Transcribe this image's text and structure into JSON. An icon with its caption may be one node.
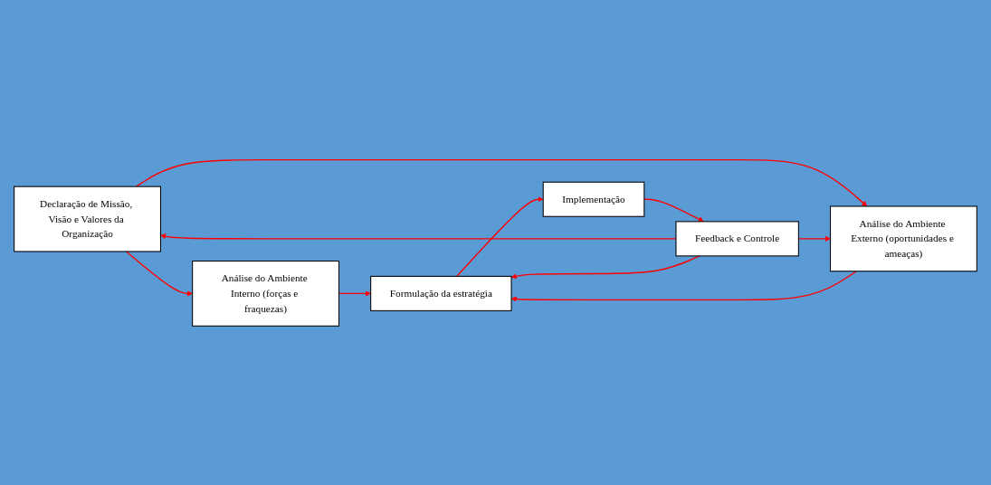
{
  "diagram": {
    "nodes": [
      {
        "text": [
          "Declaração de Missão, Visão e Valores da Organização"
        ]
      },
      {
        "text": [
          "Análise do Ambiente Interno (forças e fraquezas)"
        ]
      },
      {
        "text": [
          "Análise do Ambiente Externo (oportunidades e ameaças)"
        ]
      },
      {
        "text": [
          "Formulação da estratégia"
        ]
      },
      {
        "text": [
          "Implementação"
        ]
      },
      {
        "text": [
          "Feedback e Controle"
        ]
      }
    ],
    "edges": [
      {
        "from": 0,
        "to": 1,
        "arrow": "to",
        "color": "#ff0000"
      },
      {
        "from": 0,
        "to": 2,
        "arrow": "to",
        "color": "#ff0000"
      },
      {
        "from": 1,
        "to": 3,
        "arrow": "to",
        "color": "#ff0000"
      },
      {
        "from": 2,
        "to": 3,
        "arrow": "to",
        "color": "#ff0000"
      },
      {
        "from": 3,
        "to": 4,
        "arrow": "to",
        "color": "#ff0000"
      },
      {
        "from": 4,
        "to": 5,
        "arrow": "to",
        "color": "#ff0000"
      },
      {
        "from": 5,
        "to": 0,
        "arrow": "to",
        "color": "#ff0000"
      },
      {
        "from": 5,
        "to": 2,
        "arrow": "to",
        "color": "#ff0000"
      },
      {
        "from": 5,
        "to": 3,
        "arrow": "to",
        "color": "#ff0000"
      }
    ]
  }
}
